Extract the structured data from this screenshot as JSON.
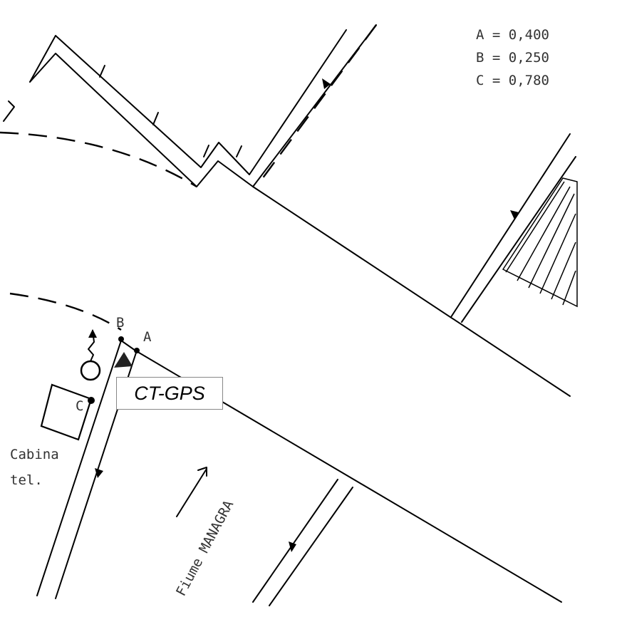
{
  "legend": [
    {
      "label": "A",
      "value": "0,400"
    },
    {
      "label": "B",
      "value": "0,250"
    },
    {
      "label": "C",
      "value": "0,780"
    }
  ],
  "points": {
    "a": "A",
    "b": "B",
    "c": "C"
  },
  "station_label": "CT-GPS",
  "cabina": {
    "line1": "Cabina",
    "line2": "tel."
  },
  "river_label": "Fiume MANAGRA",
  "colors": {
    "ink": "#000000",
    "text": "#333333",
    "box_border": "#888888"
  }
}
